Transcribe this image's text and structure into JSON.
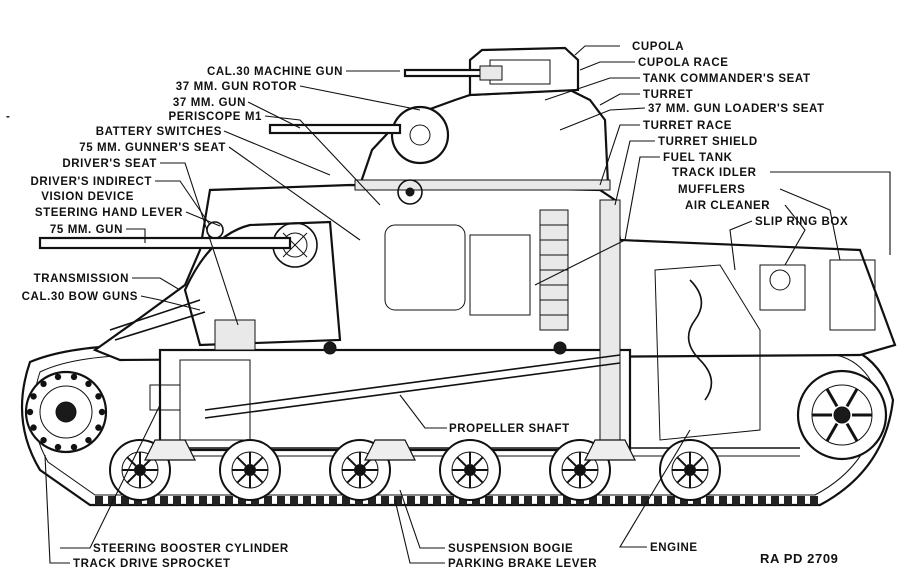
{
  "labels_left": {
    "cal30_machine_gun": "CAL.30 MACHINE GUN",
    "gun_rotor_37": "37 MM. GUN ROTOR",
    "gun_37": "37 MM. GUN",
    "periscope": "PERISCOPE M1",
    "battery_switches": "BATTERY SWITCHES",
    "gunners_seat_75": "75 MM. GUNNER'S SEAT",
    "drivers_seat": "DRIVER'S SEAT",
    "drivers_indirect": "DRIVER'S INDIRECT",
    "vision_device": "VISION DEVICE",
    "steering_hand_lever": "STEERING HAND LEVER",
    "gun_75": "75 MM. GUN",
    "transmission": "TRANSMISSION",
    "bow_guns": "CAL.30 BOW GUNS"
  },
  "labels_right": {
    "cupola": "CUPOLA",
    "cupola_race": "CUPOLA RACE",
    "commanders_seat": "TANK COMMANDER'S SEAT",
    "turret": "TURRET",
    "loaders_seat": "37 MM. GUN LOADER'S SEAT",
    "turret_race": "TURRET RACE",
    "turret_shield": "TURRET SHIELD",
    "fuel_tank": "FUEL TANK",
    "track_idler": "TRACK IDLER",
    "mufflers": "MUFFLERS",
    "air_cleaner": "AIR CLEANER",
    "slip_ring_box": "SLIP RING BOX"
  },
  "labels_bottom": {
    "propeller_shaft": "PROPELLER SHAFT",
    "steering_booster": "STEERING BOOSTER CYLINDER",
    "track_drive_sprocket": "TRACK DRIVE SPROCKET",
    "suspension_bogie": "SUSPENSION BOGIE",
    "parking_brake": "PARKING BRAKE LEVER",
    "engine": "ENGINE",
    "figure_id": "RA PD 2709"
  }
}
